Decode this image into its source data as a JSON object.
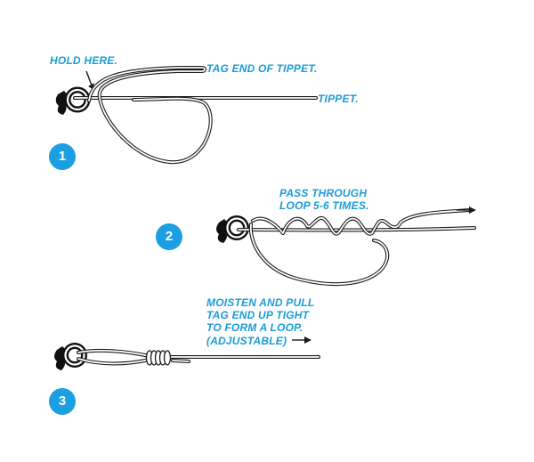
{
  "colors": {
    "label": "#1a9bd7",
    "badge": "#1b9fe0",
    "line": "#1a1a1a",
    "ring": "#111111"
  },
  "steps": [
    {
      "number": "1",
      "labels": [
        "HOLD HERE.",
        "TAG END OF TIPPET.",
        "TIPPET."
      ]
    },
    {
      "number": "2",
      "labels": [
        "PASS THROUGH",
        "LOOP 5-6 TIMES."
      ]
    },
    {
      "number": "3",
      "labels": [
        "MOISTEN AND PULL",
        "TAG END UP TIGHT",
        "TO FORM A LOOP.",
        "(ADJUSTABLE)"
      ]
    }
  ],
  "icons": [
    "hook-eye-icon",
    "arrow-icon"
  ]
}
